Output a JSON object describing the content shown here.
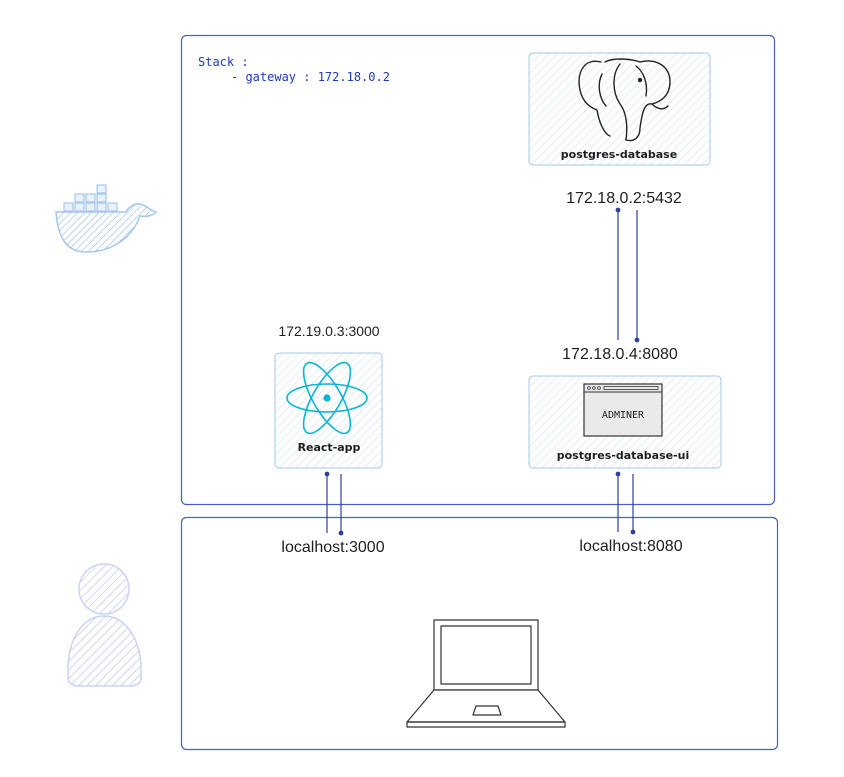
{
  "stack": {
    "title": "Stack :",
    "gateway_line": "- gateway : 172.18.0.2"
  },
  "services": {
    "postgres": {
      "label": "postgres-database",
      "address": "172.18.0.2:5432",
      "icon": "postgresql-elephant-icon"
    },
    "adminer": {
      "label": "postgres-database-ui",
      "screen_text": "ADMINER",
      "address": "172.18.0.4:8080",
      "icon": "browser-window-icon"
    },
    "react": {
      "label": "React-app",
      "address": "172.19.0.3:3000",
      "icon": "react-atom-icon"
    }
  },
  "host": {
    "react_port": "localhost:3000",
    "adminer_port": "localhost:8080",
    "icon": "laptop-icon"
  },
  "decor": {
    "docker_icon": "docker-whale-icon",
    "user_icon": "user-person-icon"
  },
  "colors": {
    "frame": "#4a5fc1",
    "box_border": "#a5c8e8",
    "box_fill": "#eef5fc",
    "arrow": "#2f3f9f",
    "stack_text": "#1e3ab8",
    "docker": "#a5c8ec",
    "person": "#d0d4f5",
    "atom": "#0bb5d2"
  }
}
